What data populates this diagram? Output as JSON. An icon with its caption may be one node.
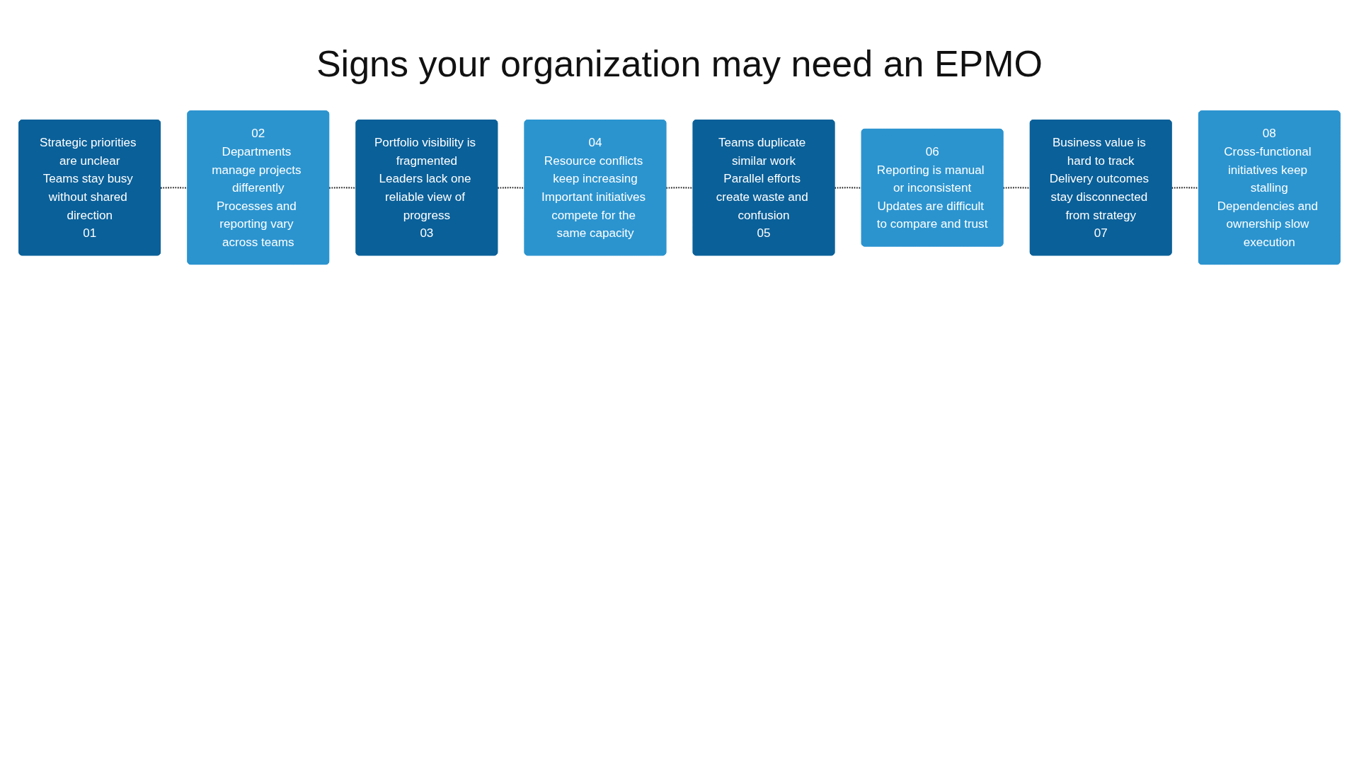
{
  "diagram": {
    "title": "Signs your organization may need an EPMO",
    "nodes": [
      {
        "text": [
          "Strategic priorities are unclear",
          "Teams stay busy without shared direction",
          "01"
        ]
      },
      {
        "text": [
          "02",
          "Departments manage projects differently",
          "Processes and reporting vary across teams"
        ]
      },
      {
        "text": [
          "Portfolio visibility is fragmented",
          "Leaders lack one reliable view of progress",
          "03"
        ]
      },
      {
        "text": [
          "04",
          "Resource conflicts keep increasing",
          "Important initiatives compete for the same capacity"
        ]
      },
      {
        "text": [
          "08",
          "Cross-functional initiatives keep stalling",
          "Dependencies and ownership slow execution"
        ]
      },
      {
        "text": [
          "Business value is hard to track",
          "Delivery outcomes stay disconnected from strategy",
          "07"
        ]
      },
      {
        "text": [
          "06",
          "Reporting is manual or inconsistent",
          "Updates are difficult to compare and trust"
        ]
      },
      {
        "text": [
          "Teams duplicate similar work",
          "Parallel efforts create waste and confusion",
          "05"
        ]
      }
    ],
    "edges": [
      {
        "from": 0,
        "to": 1,
        "arrow": "none",
        "style": "dashed"
      },
      {
        "from": 1,
        "to": 2,
        "arrow": "none",
        "style": "dashed"
      },
      {
        "from": 2,
        "to": 3,
        "arrow": "none",
        "style": "dashed"
      },
      {
        "from": 3,
        "to": 7,
        "arrow": "none",
        "style": "dashed"
      },
      {
        "from": 7,
        "to": 6,
        "arrow": "none",
        "style": "dashed"
      },
      {
        "from": 6,
        "to": 5,
        "arrow": "none",
        "style": "dashed"
      },
      {
        "from": 5,
        "to": 4,
        "arrow": "none",
        "style": "dashed"
      }
    ]
  }
}
